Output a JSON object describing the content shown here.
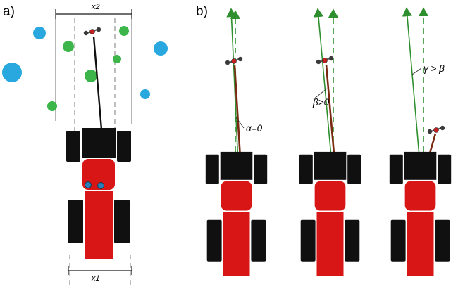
{
  "figure": {
    "panel_a_label": "a)",
    "panel_b_label": "b)"
  },
  "panel_a": {
    "top_measure_label": "x2",
    "bottom_measure_label": "x1",
    "fruits_green": [
      [
        97,
        66,
        8
      ],
      [
        129,
        108,
        9
      ],
      [
        176,
        44,
        7
      ],
      [
        74,
        151,
        7
      ],
      [
        166,
        84,
        6
      ]
    ],
    "fruits_blue": [
      [
        56,
        47,
        9
      ],
      [
        17,
        103,
        14
      ],
      [
        228,
        69,
        10
      ],
      [
        206,
        134,
        7
      ]
    ]
  },
  "panel_b": {
    "case1_label": "α=0",
    "case2_label": "β>0",
    "case3_label": "γ > β"
  },
  "colors": {
    "fruit_green": "#3cb54a",
    "fruit_blue": "#29a8e0",
    "robot_red": "#d81616",
    "robot_black": "#101010",
    "arrow_green": "#2e8f2e",
    "pole_brown": "#7a2a12",
    "headlight_blue": "#2a7fb5"
  }
}
